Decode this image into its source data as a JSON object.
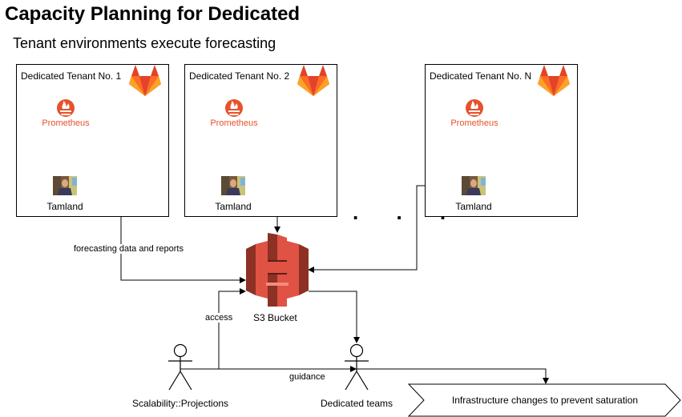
{
  "header": {
    "title": "Capacity Planning for Dedicated",
    "subtitle": "Tenant environments execute forecasting"
  },
  "tenants": [
    {
      "title": "Dedicated Tenant No. 1",
      "prometheus_label": "Prometheus",
      "tamland_label": "Tamland"
    },
    {
      "title": "Dedicated Tenant No. 2",
      "prometheus_label": "Prometheus",
      "tamland_label": "Tamland"
    },
    {
      "title": "Dedicated Tenant No. N",
      "prometheus_label": "Prometheus",
      "tamland_label": "Tamland"
    }
  ],
  "ellipsis": ". . .",
  "s3": {
    "label": "S3 Bucket"
  },
  "edges": {
    "forecasting": "forecasting data and reports",
    "access": "access",
    "guidance": "guidance"
  },
  "actors": {
    "projections": "Scalability::Projections",
    "dedicated_teams": "Dedicated teams"
  },
  "outcome": "Infrastructure changes to prevent saturation",
  "colors": {
    "gitlab_dark": "#e24329",
    "gitlab_mid": "#fc6d26",
    "gitlab_light": "#fca326",
    "prometheus": "#e6522c",
    "s3_dark": "#8c3123",
    "s3_main": "#e05243"
  }
}
